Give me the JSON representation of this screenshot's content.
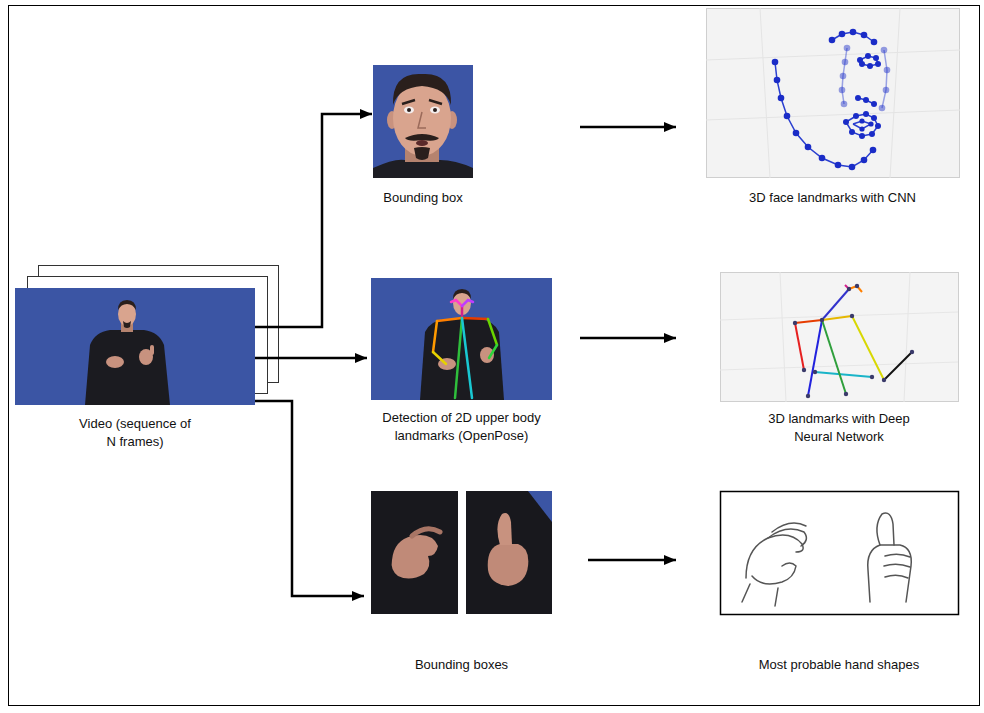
{
  "diagram": {
    "nodes": [
      {
        "text": [
          "Video (sequence of N frames)"
        ]
      },
      {
        "text": [
          "Bounding box"
        ]
      },
      {
        "text": [
          "3D face landmarks with CNN"
        ]
      },
      {
        "text": [
          "Detection of 2D upper body landmarks (OpenPose)"
        ]
      },
      {
        "text": [
          "3D landmarks with Deep Neural Network"
        ]
      },
      {
        "text": [
          "Bounding boxes"
        ]
      },
      {
        "text": [
          "Most probable hand shapes"
        ]
      }
    ],
    "edges": [
      {
        "from": 0,
        "to": 1,
        "arrow": "to"
      },
      {
        "from": 0,
        "to": 3,
        "arrow": "to"
      },
      {
        "from": 0,
        "to": 5,
        "arrow": "to"
      },
      {
        "from": 1,
        "to": 2,
        "arrow": "to"
      },
      {
        "from": 3,
        "to": 4,
        "arrow": "to"
      },
      {
        "from": 5,
        "to": 6,
        "arrow": "to"
      }
    ]
  }
}
